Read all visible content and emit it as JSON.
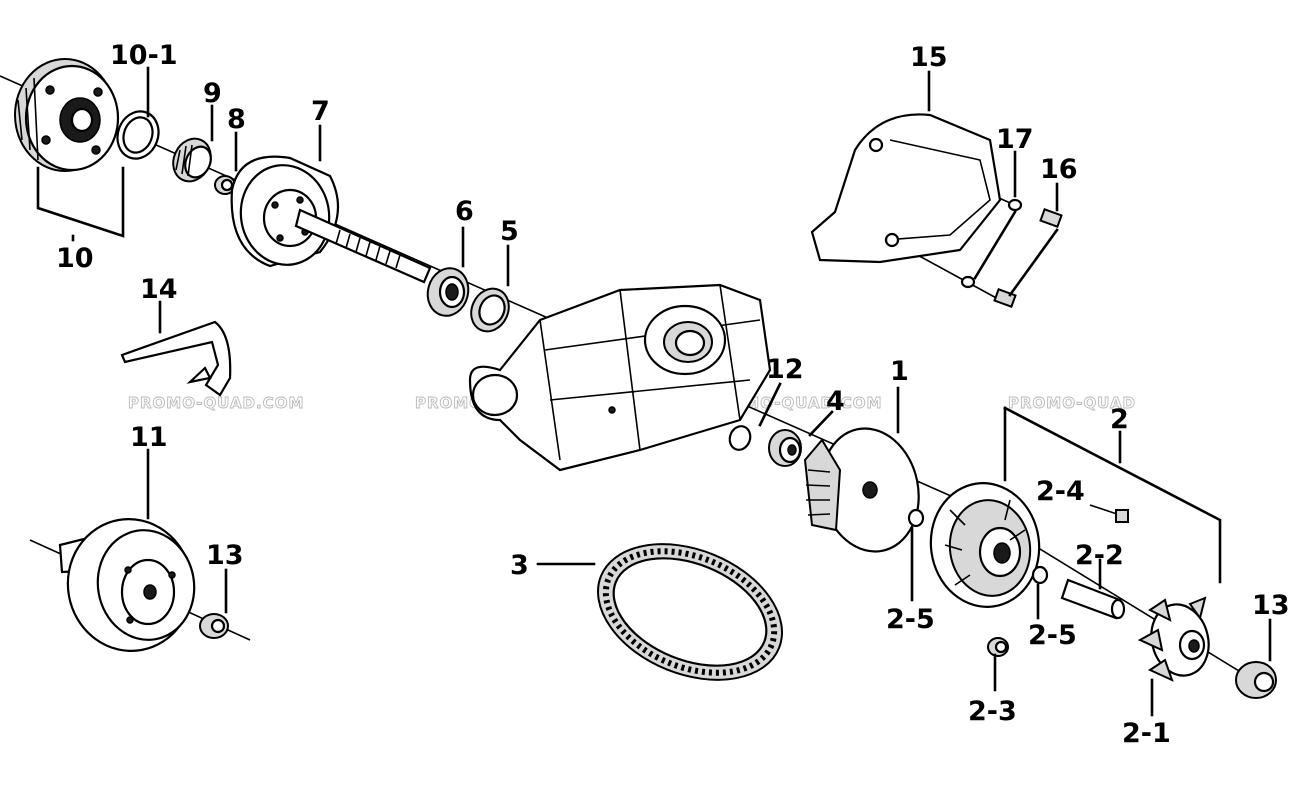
{
  "watermarks": [
    "PROMO-QUAD.COM",
    "PROMO-QUAD.COM",
    "PROMO-QUAD.COM",
    "PROMO-QUAD"
  ],
  "callouts": {
    "c1": "1",
    "c2": "2",
    "c2_1": "2-1",
    "c2_2": "2-2",
    "c2_3": "2-3",
    "c2_4": "2-4",
    "c2_5a": "2-5",
    "c2_5b": "2-5",
    "c3": "3",
    "c4": "4",
    "c5": "5",
    "c6": "6",
    "c7": "7",
    "c8": "8",
    "c9": "9",
    "c10": "10",
    "c10_1": "10-1",
    "c11": "11",
    "c12": "12",
    "c13a": "13",
    "c13b": "13",
    "c14": "14",
    "c15": "15",
    "c16": "16",
    "c17": "17"
  },
  "colors": {
    "ink": "#000000",
    "watermark": "#b8b8b8",
    "background": "#ffffff"
  }
}
